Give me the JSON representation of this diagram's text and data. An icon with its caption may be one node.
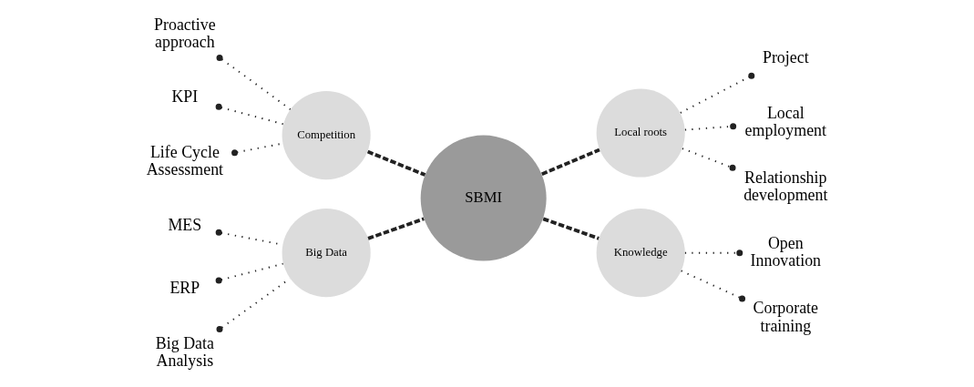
{
  "diagram": {
    "nodes": [
      {
        "text": [
          "SBMI"
        ]
      },
      {
        "text": [
          "Competition"
        ]
      },
      {
        "text": [
          "Local roots"
        ]
      },
      {
        "text": [
          "Big Data"
        ]
      },
      {
        "text": [
          "Knowledge"
        ]
      },
      {
        "text": [
          "Proactive approach"
        ]
      },
      {
        "text": [
          "KPI"
        ]
      },
      {
        "text": [
          "Life Cycle Assessment"
        ]
      },
      {
        "text": [
          "Project"
        ]
      },
      {
        "text": [
          "Local employment"
        ]
      },
      {
        "text": [
          "Relationship development"
        ]
      },
      {
        "text": [
          "MES"
        ]
      },
      {
        "text": [
          "ERP"
        ]
      },
      {
        "text": [
          "Big Data Analysis"
        ]
      },
      {
        "text": [
          "Open Innovation"
        ]
      },
      {
        "text": [
          "Corporate training"
        ]
      }
    ],
    "edges": [
      {
        "from": 0,
        "to": 1,
        "arrow": "none",
        "style": "dashed"
      },
      {
        "from": 0,
        "to": 2,
        "arrow": "none",
        "style": "dashed"
      },
      {
        "from": 0,
        "to": 3,
        "arrow": "none",
        "style": "dashed"
      },
      {
        "from": 0,
        "to": 4,
        "arrow": "none",
        "style": "dashed"
      },
      {
        "from": 1,
        "to": 5,
        "arrow": "other"
      },
      {
        "from": 1,
        "to": 6,
        "arrow": "other"
      },
      {
        "from": 1,
        "to": 7,
        "arrow": "other"
      },
      {
        "from": 2,
        "to": 8,
        "arrow": "other"
      },
      {
        "from": 2,
        "to": 9,
        "arrow": "other"
      },
      {
        "from": 2,
        "to": 10,
        "arrow": "other"
      },
      {
        "from": 3,
        "to": 11,
        "arrow": "other"
      },
      {
        "from": 3,
        "to": 12,
        "arrow": "other"
      },
      {
        "from": 3,
        "to": 13,
        "arrow": "other"
      },
      {
        "from": 4,
        "to": 14,
        "arrow": "other"
      },
      {
        "from": 4,
        "to": 15,
        "arrow": "other"
      }
    ]
  }
}
